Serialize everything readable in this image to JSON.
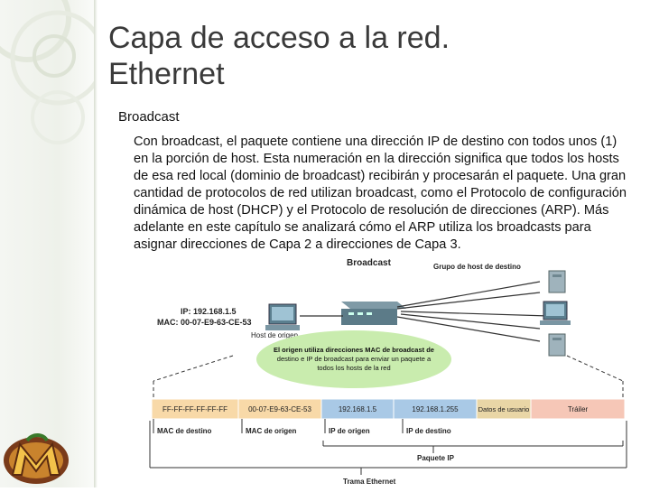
{
  "slide": {
    "title_line1": "Capa de acceso a la red.",
    "title_line2": "Ethernet",
    "section": "Broadcast",
    "paragraph": "Con broadcast, el paquete contiene una dirección IP de destino con todos unos (1) en la porción de host. Esta numeración en la dirección significa que todos los hosts de esa red local (dominio de broadcast) recibirán y procesarán el paquete. Una gran cantidad de protocolos de red utilizan broadcast, como el Protocolo de configuración dinámica de host (DHCP) y el Protocolo de resolución de direcciones (ARP). Más adelante en este capítulo se analizará cómo el ARP utiliza los broadcasts para asignar direcciones de Capa 2 a direcciones de Capa 3."
  },
  "diagram": {
    "broadcast_label": "Broadcast",
    "group_label": "Grupo de host de destino",
    "source_ip": "IP: 192.168.1.5",
    "source_mac": "MAC: 00-07-E9-63-CE-53",
    "source_host_label": "Host de origen",
    "bubble_lines": [
      "El origen utiliza direcciones MAC de broadcast de",
      "destino e IP de broadcast para enviar un paquete a",
      "todos los hosts de la red"
    ],
    "frame_fields": [
      {
        "text": "FF-FF-FF-FF-FF-FF",
        "color": "#f8d9a8"
      },
      {
        "text": "00-07-E9-63-CE-53",
        "color": "#f8d9a8"
      },
      {
        "text": "192.168.1.5",
        "color": "#a9c9e6"
      },
      {
        "text": "192.168.1.255",
        "color": "#a9c9e6"
      },
      {
        "text": "Datos de usuario",
        "color": "#e9d6a6"
      },
      {
        "text": "Tráiler",
        "color": "#f6c7b7"
      }
    ],
    "labels": {
      "mac_dest": "MAC de destino",
      "mac_src": "MAC de origen",
      "ip_src": "IP de origen",
      "ip_dest": "IP de destino",
      "ip_packet": "Paquete IP",
      "eth_frame": "Trama Ethernet"
    },
    "colors": {
      "mac_field": "#f8d9a8",
      "ip_field": "#a9c9e6",
      "data_field": "#e9d6a6",
      "trailer_field": "#f6c7b7",
      "bubble": "#c9ecae"
    }
  }
}
